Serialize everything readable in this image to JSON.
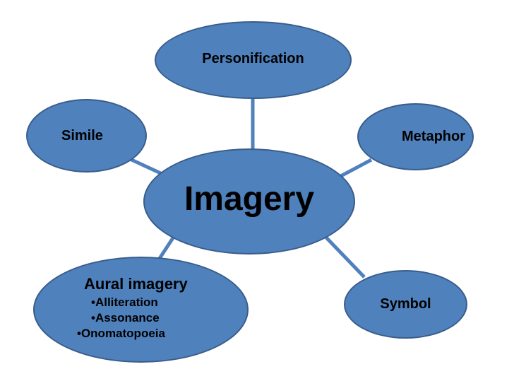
{
  "colors": {
    "node_fill": "#4f81bd",
    "node_border": "#395d8b",
    "connector": "#4f81bd",
    "text": "#000000",
    "background": "#ffffff"
  },
  "nodes": {
    "center": {
      "label": "Imagery"
    },
    "top": {
      "label": "Personification"
    },
    "left": {
      "label": "Simile"
    },
    "right": {
      "label": "Metaphor"
    },
    "bottom_right": {
      "label": "Symbol"
    },
    "bottom_left": {
      "label": "Aural imagery",
      "items": [
        "•Alliteration",
        "•Assonance",
        "•Onomatopoeia"
      ]
    }
  }
}
